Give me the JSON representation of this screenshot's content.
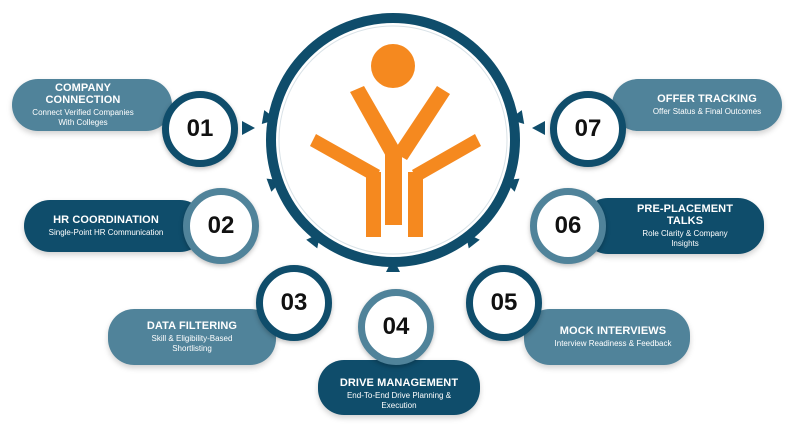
{
  "colors": {
    "dark": "#0f4d6b",
    "light": "#50839a",
    "logo": "#f5891f"
  },
  "steps": [
    {
      "number": "01",
      "title": "COMPANY CONNECTION",
      "subtitle": "Connect Verified Companies With Colleges"
    },
    {
      "number": "02",
      "title": "HR COORDINATION",
      "subtitle": "Single-Point HR Communication"
    },
    {
      "number": "03",
      "title": "DATA FILTERING",
      "subtitle": "Skill & Eligibility-Based Shortlisting"
    },
    {
      "number": "04",
      "title": "DRIVE MANAGEMENT",
      "subtitle": "End-To-End Drive Planning & Execution"
    },
    {
      "number": "05",
      "title": "MOCK INTERVIEWS",
      "subtitle": "Interview Readiness & Feedback"
    },
    {
      "number": "06",
      "title": "PRE-PLACEMENT TALKS",
      "subtitle": "Role Clarity & Company Insights"
    },
    {
      "number": "07",
      "title": "OFFER TRACKING",
      "subtitle": "Offer Status & Final Outcomes"
    }
  ]
}
